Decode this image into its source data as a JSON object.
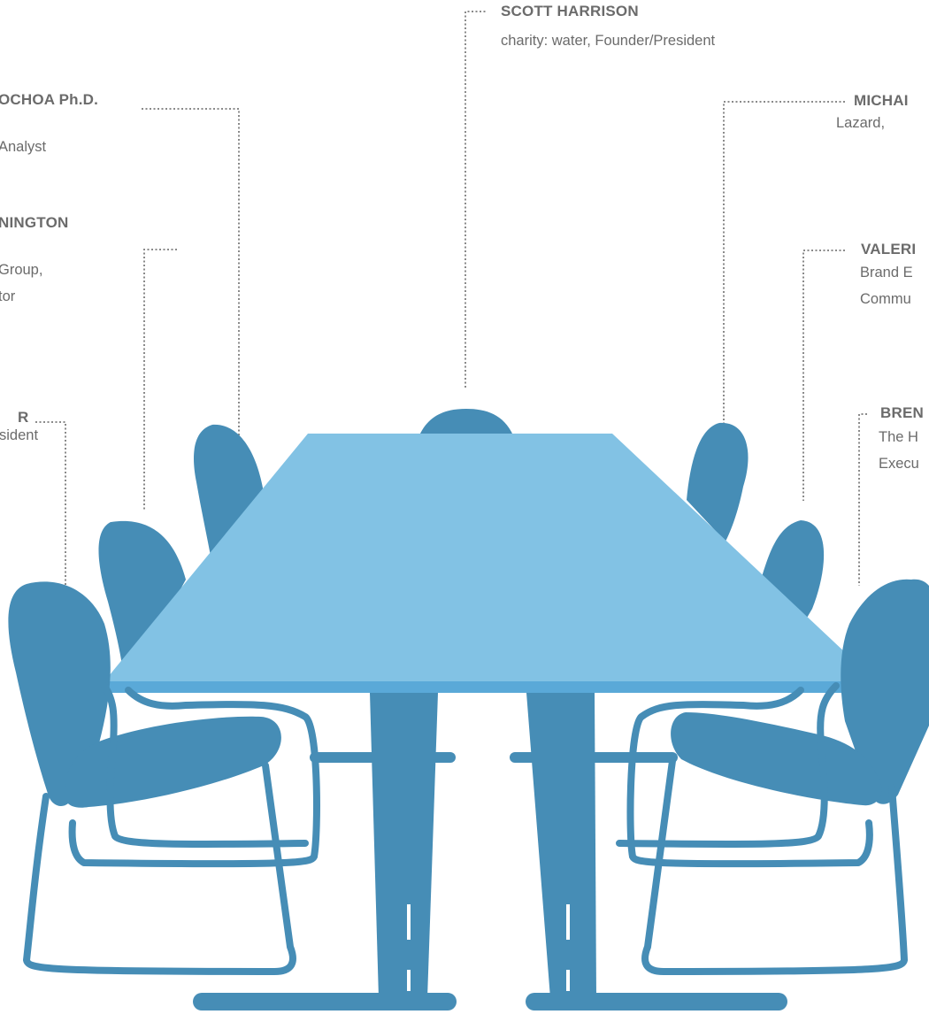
{
  "colors": {
    "table_top": "#82c2e4",
    "table_edge": "#5aa9d8",
    "furniture": "#468db6",
    "leader_line": "#8a8a8a",
    "text": "#6b6b6b"
  },
  "people": [
    {
      "id": "scott",
      "name": "SCOTT HARRISON",
      "role": [
        "charity: water, Founder/President"
      ]
    },
    {
      "id": "ochoa",
      "name": "OCHOA Ph.D.",
      "role": [
        "Analyst"
      ]
    },
    {
      "id": "nington",
      "name": "NINGTON",
      "role": [
        "Group,",
        "tor"
      ]
    },
    {
      "id": "r",
      "name": "R",
      "role": [
        "sident"
      ]
    },
    {
      "id": "michael",
      "name": "MICHAI",
      "role": [
        "Lazard,"
      ]
    },
    {
      "id": "valerie",
      "name": "VALERI",
      "role": [
        "Brand E",
        "Commu"
      ]
    },
    {
      "id": "brent",
      "name": "BREN",
      "role": [
        "The H",
        "Execu"
      ]
    }
  ]
}
